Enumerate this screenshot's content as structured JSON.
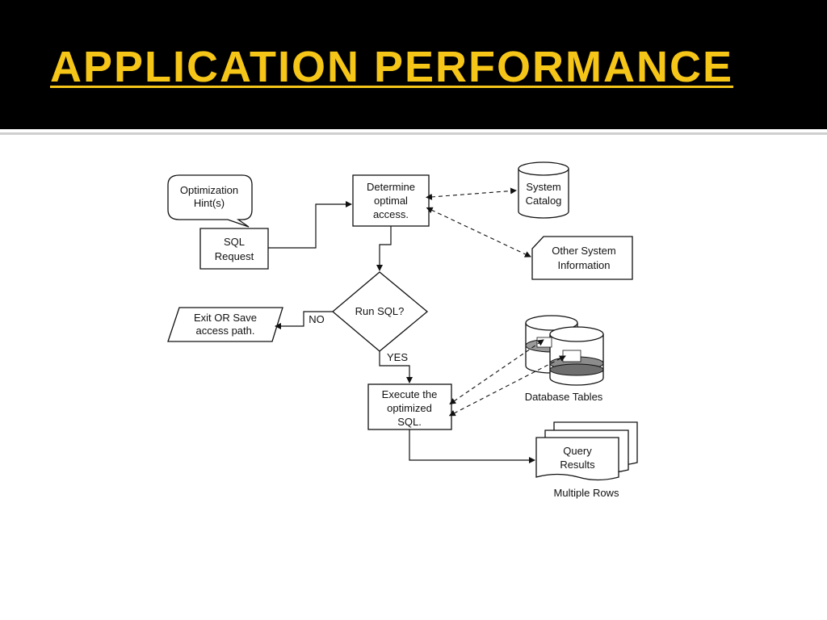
{
  "slide": {
    "title": "APPLICATION PERFORMANCE"
  },
  "diagram": {
    "hint": [
      "Optimization",
      "Hint(s)"
    ],
    "sql_request": [
      "SQL",
      "Request"
    ],
    "determine": [
      "Determine",
      "optimal",
      "access."
    ],
    "system_catalog": [
      "System",
      "Catalog"
    ],
    "other_info": [
      "Other System",
      "Information"
    ],
    "run_sql": "Run SQL?",
    "exit_save": [
      "Exit OR Save",
      "access path."
    ],
    "no_label": "NO",
    "yes_label": "YES",
    "execute": [
      "Execute the",
      "optimized",
      "SQL."
    ],
    "database_tables": "Database Tables",
    "query_results": [
      "Query",
      "Results"
    ],
    "multiple_rows": "Multiple Rows"
  }
}
